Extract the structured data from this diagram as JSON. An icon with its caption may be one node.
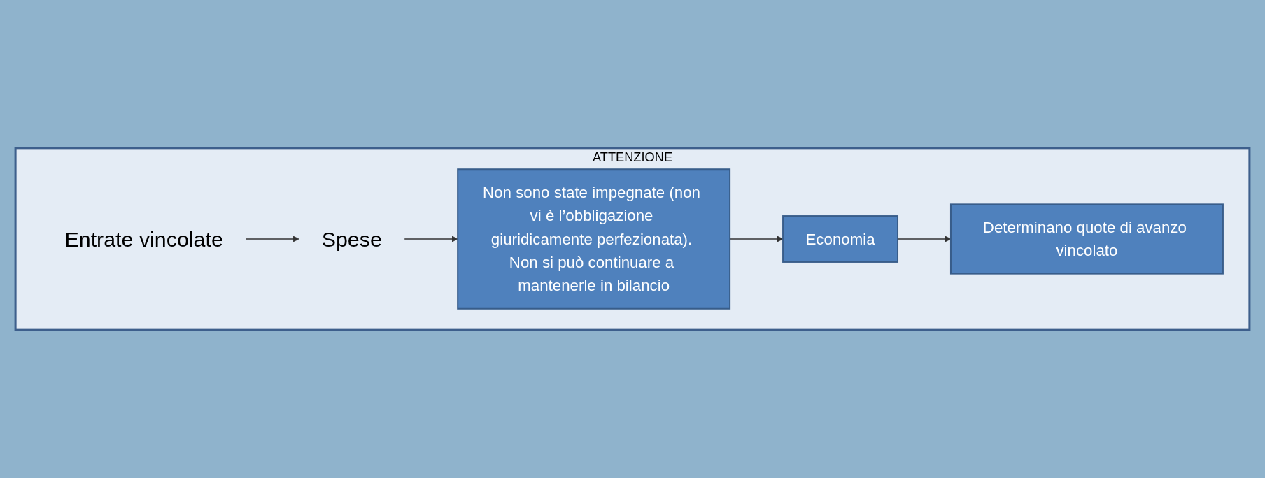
{
  "diagram": {
    "nodes": [
      {
        "text": [
          "ATTENZIONE"
        ]
      },
      {
        "text": [
          "Entrate vincolate"
        ],
        "in": 0
      },
      {
        "text": [
          "Spese"
        ],
        "in": 0
      },
      {
        "text": [
          "Non sono state impegnate (non vi è l’obbligazione giuridicamente perfezionata). Non si può continuare a mantenerle in bilancio"
        ],
        "in": 0
      },
      {
        "text": [
          "Economia"
        ],
        "in": 0
      },
      {
        "text": [
          "Determinano quote di avanzo vincolato"
        ],
        "in": 0
      }
    ],
    "edges": [
      {
        "from": 1,
        "to": 2,
        "arrow": "to"
      },
      {
        "from": 2,
        "to": 3,
        "arrow": "to"
      },
      {
        "from": 3,
        "to": 4,
        "arrow": "to"
      },
      {
        "from": 4,
        "to": 5,
        "arrow": "to"
      }
    ]
  }
}
